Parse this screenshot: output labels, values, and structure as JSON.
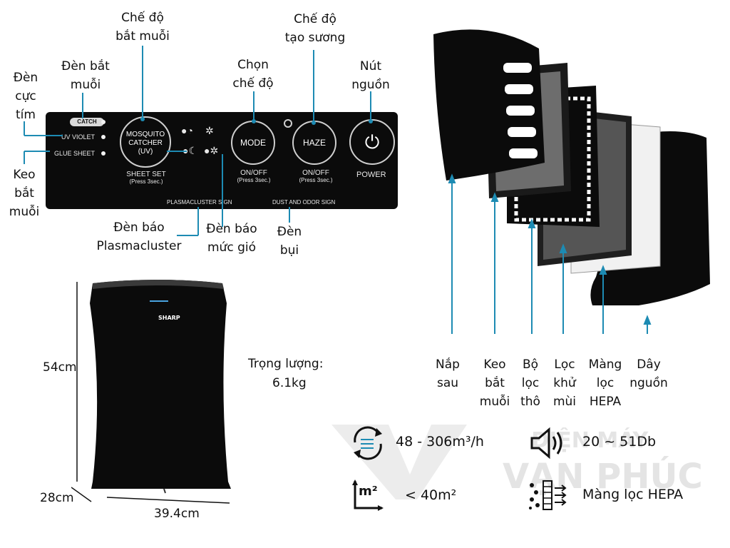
{
  "callouts": {
    "mosquito_mode": [
      "Chế độ",
      "bắt muỗi"
    ],
    "haze_mode": [
      "Chế độ",
      "tạo sương"
    ],
    "catch_light": [
      "Đèn bắt",
      "muỗi"
    ],
    "uv_light": [
      "Đèn",
      "cực",
      "tím"
    ],
    "mode_select": [
      "Chọn",
      "chế độ"
    ],
    "power_button": [
      "Nút",
      "nguồn"
    ],
    "glue_sheet": [
      "Keo",
      "bắt",
      "muỗi"
    ],
    "plasmacluster_light": [
      "Đèn báo",
      "Plasmacluster"
    ],
    "fan_level_light": [
      "Đèn báo",
      "mức gió"
    ],
    "dust_light": [
      "Đèn",
      "bụi"
    ]
  },
  "panel": {
    "catch_label": "CATCH",
    "uv_label": "UV VIOLET",
    "glue_label": "GLUE SHEET",
    "mosquito_btn": [
      "MOSQUITO",
      "CATCHER",
      "(UV)"
    ],
    "sheet_set": [
      "SHEET SET",
      "(Press 3sec.)"
    ],
    "mode_btn": "MODE",
    "mode_sub": [
      "ON/OFF",
      "(Press 3sec.)"
    ],
    "haze_btn": "HAZE",
    "haze_sub": [
      "ON/OFF",
      "(Press 3sec.)"
    ],
    "power_btn": "POWER",
    "plasma_sign": "PLASMACLUSTER SIGN",
    "dust_sign": "DUST AND ODOR SIGN"
  },
  "device": {
    "brand": "SHARP",
    "height": "54cm",
    "depth": "28cm",
    "width": "39.4cm",
    "weight_label": "Trọng lượng:",
    "weight_value": "6.1kg"
  },
  "parts": [
    [
      "Nắp",
      "sau"
    ],
    [
      "Keo",
      "bắt",
      "muỗi"
    ],
    [
      "Bộ",
      "lọc",
      "thô"
    ],
    [
      "Lọc",
      "khử",
      "mùi"
    ],
    [
      "Màng",
      "lọc",
      "HEPA"
    ],
    [
      "Dây",
      "nguồn"
    ]
  ],
  "specs": {
    "airflow": "48 - 306m³/h",
    "noise": "20 ~ 51Db",
    "area": "< 40m²",
    "area_icon_text": "m²",
    "filter": "Màng lọc HEPA"
  },
  "watermark": {
    "line1": "ĐIỆN MÁY",
    "line2": "VẠN PHÚC"
  },
  "colors": {
    "accent": "#1d8bb3",
    "device": "#0b0b0b"
  },
  "icons": [
    "airflow-cycle-icon",
    "speaker-icon",
    "area-m2-icon",
    "hepa-filter-icon"
  ]
}
